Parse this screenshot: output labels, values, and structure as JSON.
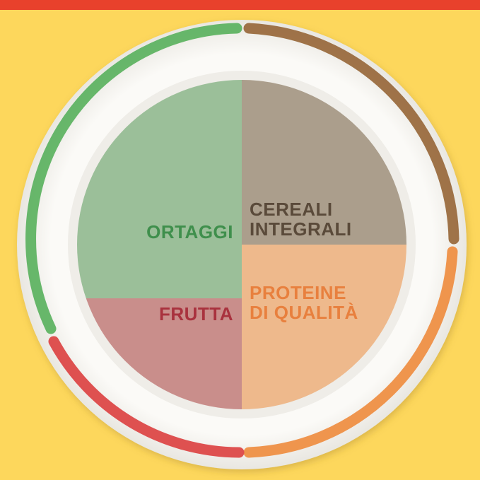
{
  "colors": {
    "background": "#fdd75c",
    "top_bar": "#e8412c",
    "plate_rim": "#f7f6f2",
    "ortaggi_fill": "#9bbf99",
    "cereali_fill": "#ab9e8c",
    "proteine_fill": "#eeb98c",
    "frutta_fill": "#c98e8b",
    "ortaggi_text": "#3f8f4c",
    "cereali_text": "#5a4a3a",
    "proteine_text": "#e8803e",
    "frutta_text": "#a9323e",
    "arc_green": "#5fb363",
    "arc_brown": "#9a6b3f",
    "arc_orange": "#ee8f45",
    "arc_red": "#dc4848"
  },
  "sections": {
    "ortaggi": {
      "label": "ORTAGGI"
    },
    "cereali": {
      "line1": "CEREALI",
      "line2": "INTEGRALI"
    },
    "proteine": {
      "line1": "PROTEINE",
      "line2": "DI QUALITÀ"
    },
    "frutta": {
      "label": "FRUTTA"
    }
  }
}
